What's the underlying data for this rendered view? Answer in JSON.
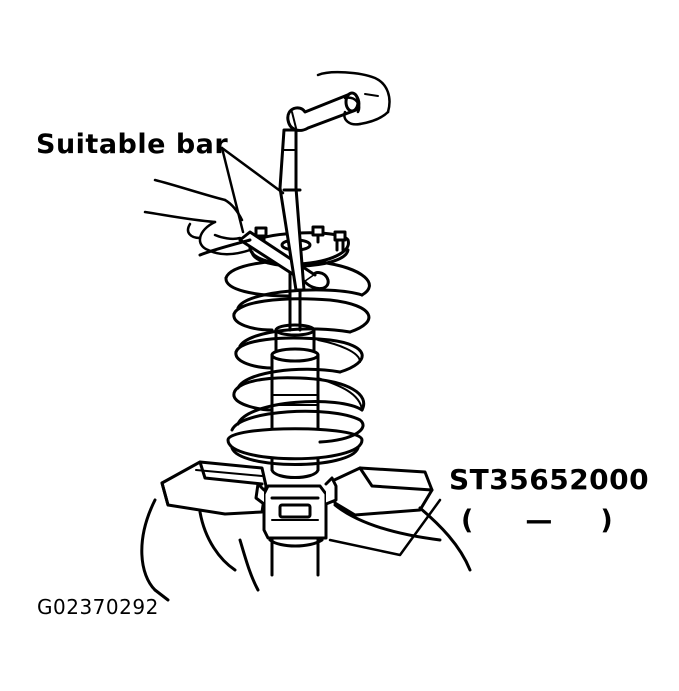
{
  "labels": {
    "suitable_bar": "Suitable bar",
    "part_number": "ST35652000",
    "part_alt_open": "(",
    "part_alt_dash": "—",
    "part_alt_close": ")",
    "figure_code": "G02370292"
  },
  "colors": {
    "ink": "#000000",
    "paper": "#ffffff"
  }
}
